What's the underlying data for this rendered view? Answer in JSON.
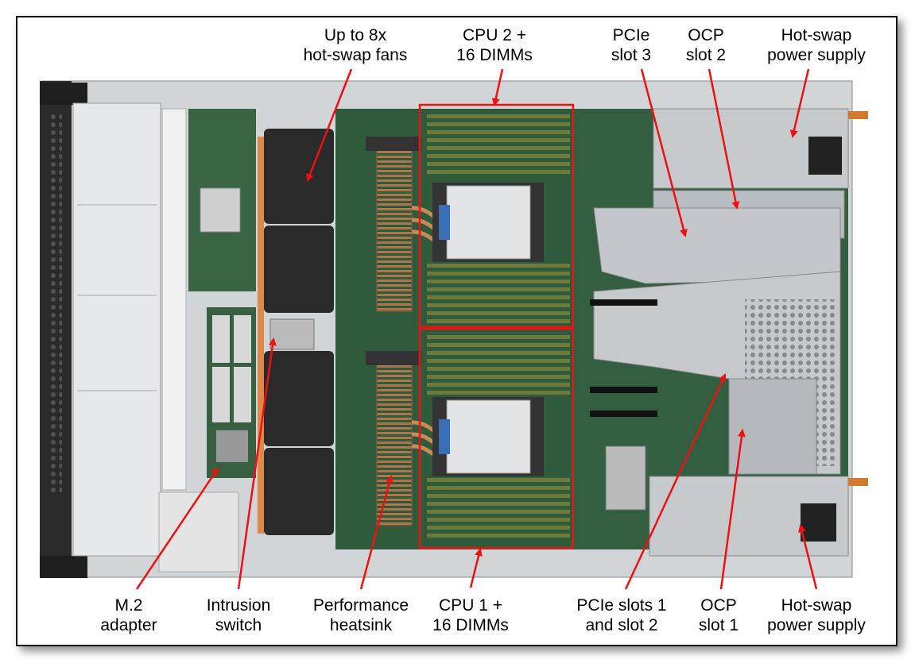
{
  "labels": {
    "fans": [
      "Up to 8x",
      "hot-swap fans"
    ],
    "cpu2": [
      "CPU 2 +",
      "16 DIMMs"
    ],
    "pcie3": [
      "PCIe",
      "slot 3"
    ],
    "ocp2": [
      "OCP",
      "slot 2"
    ],
    "psu_top": [
      "Hot-swap",
      "power supply"
    ],
    "m2": [
      "M.2",
      "adapter"
    ],
    "intrusion": [
      "Intrusion",
      "switch"
    ],
    "heatsink": [
      "Performance",
      "heatsink"
    ],
    "cpu1": [
      "CPU 1 +",
      "16 DIMMs"
    ],
    "pcie12": [
      "PCIe slots 1",
      "and slot 2"
    ],
    "ocp1": [
      "OCP",
      "slot 1"
    ],
    "psu_bottom": [
      "Hot-swap",
      "power supply"
    ]
  },
  "colors": {
    "callout": "#ee1111",
    "board": "#2f5a3c",
    "chassis": "#c9cccf",
    "dimm": "#6d7a3a",
    "fan": "#2a2a2a",
    "copper": "#c98a5a"
  }
}
